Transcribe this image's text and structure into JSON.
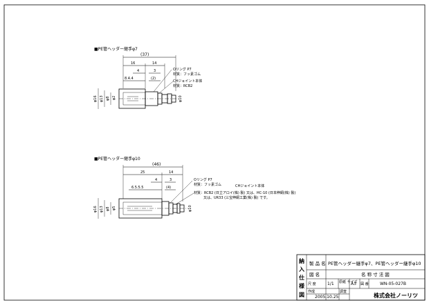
{
  "drawing": {
    "pe7": {
      "title": "■PE管ヘッダー継手φ7",
      "dims": [
        "(37)",
        "16",
        "14",
        "4",
        "3",
        "8.4.4",
        "(2)"
      ],
      "diameters": [
        "φ16",
        "φ13",
        "φ8",
        "φ2"
      ],
      "right_dia": "φ10",
      "oring_label": "Oリング P7",
      "oring_material": "材質：フッ素ゴム",
      "joint_label": "CHジョイント本体",
      "joint_material": "材質：RCB2"
    },
    "pe10": {
      "title": "■PE管ヘッダー継手φ10",
      "dims": [
        "(46)",
        "25",
        "14",
        "4",
        "3",
        "6.5.5.5",
        "(4)"
      ],
      "diameters": [
        "φ16",
        "φ13",
        "φ8",
        "φ5"
      ],
      "right_dia": "φ10",
      "oring_label": "Oリング P7",
      "oring_material": "材質：フッ素ゴム",
      "joint_label": "CHジョイント本体",
      "joint_material_1": "材質：RCB2 (日立アロイ(株) 製) 又は、HC-10 (日本伸銅(株) 製)",
      "joint_material_2": "又は、UR33 (三宝伸銅工業(株) 製) です。"
    }
  },
  "title_block": {
    "side_label": [
      "納",
      "入",
      "仕",
      "様",
      "図"
    ],
    "product_label": "製 品 名",
    "product_name": "PE管ヘッダー継手φ7、PE管ヘッダー継手φ10",
    "drawing_label": "図 名",
    "drawing_name": "名 称 寸 法 図",
    "scale_label": "尺 度",
    "scale_value": "1/1",
    "size_label": "原紙 サイズ",
    "size_value": "A3",
    "number_label": "図 番",
    "number_value": "WN-05-027B",
    "date_label": "作成",
    "date_value": "2005.10.25",
    "check_label": "調査",
    "company": "株式会社ノーリツ"
  }
}
